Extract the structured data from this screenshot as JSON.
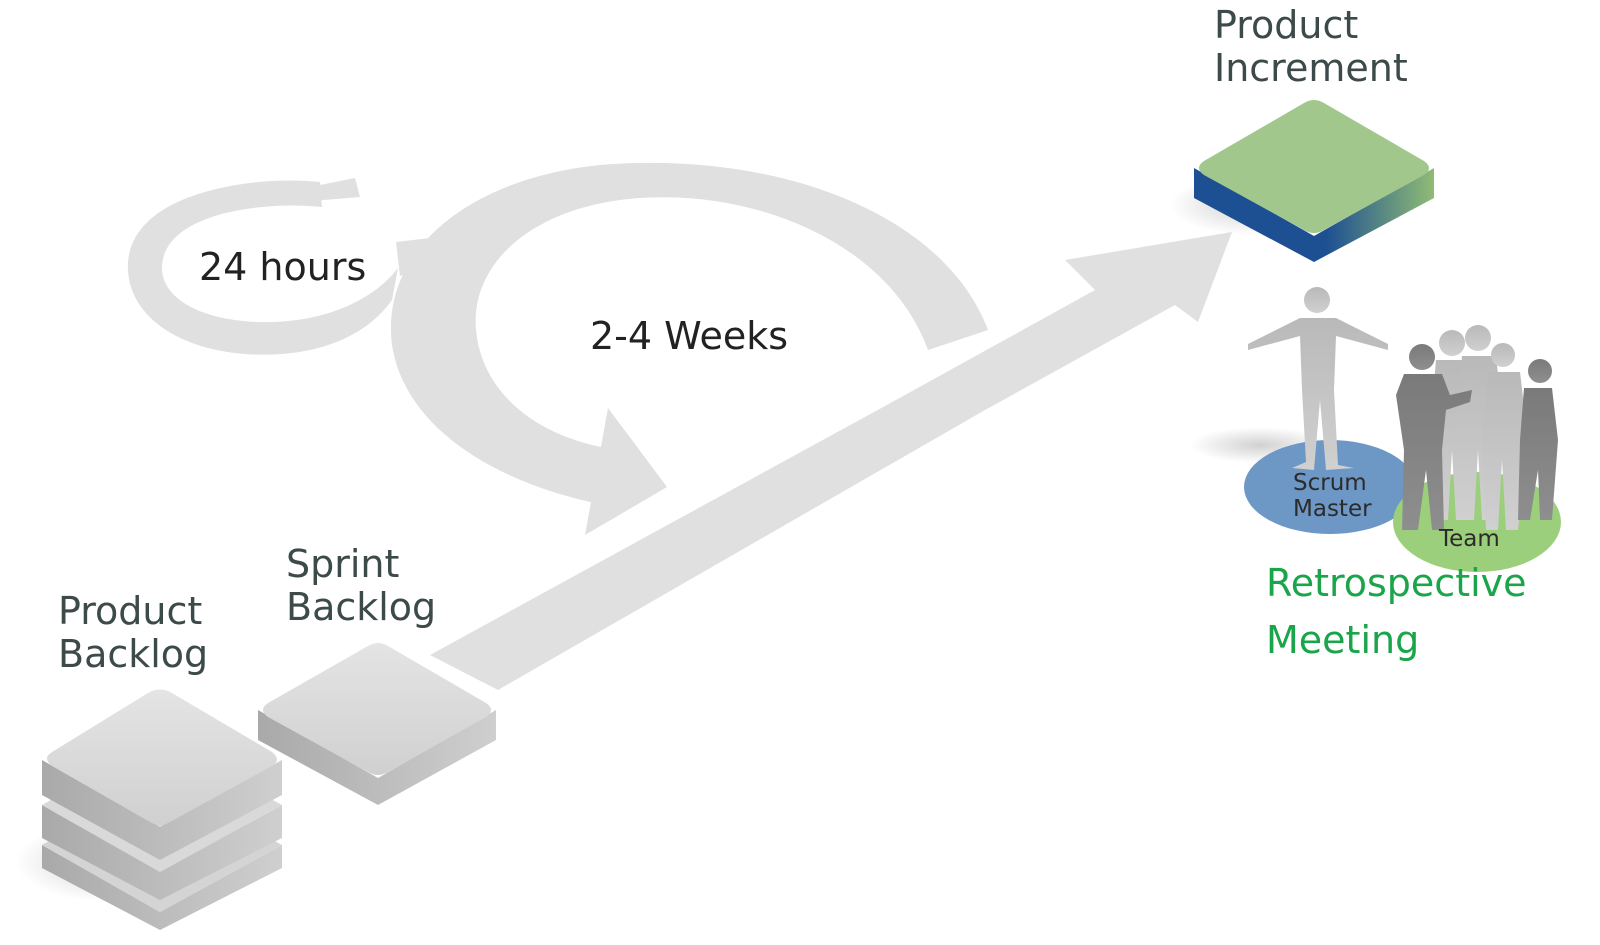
{
  "labels": {
    "product_increment": [
      "Product",
      "Increment"
    ],
    "daily_cycle": "24 hours",
    "sprint_cycle": "2-4 Weeks",
    "sprint_backlog": [
      "Sprint",
      "Backlog"
    ],
    "product_backlog": [
      "Product",
      "Backlog"
    ],
    "scrum_master": [
      "Scrum",
      "Master"
    ],
    "team": "Team",
    "retrospective": [
      "Retrospective",
      "Meeting"
    ]
  },
  "colors": {
    "flow_gray": "#e0e0e0",
    "block_gray": "#c8c8c8",
    "increment_green": "#a2c78d",
    "increment_blue": "#1d4f93",
    "scrum_master_disc": "#6d97c5",
    "team_disc": "#9ccf7c",
    "label_text": "#3d4a4a",
    "retrospective_text": "#1aa54a"
  }
}
